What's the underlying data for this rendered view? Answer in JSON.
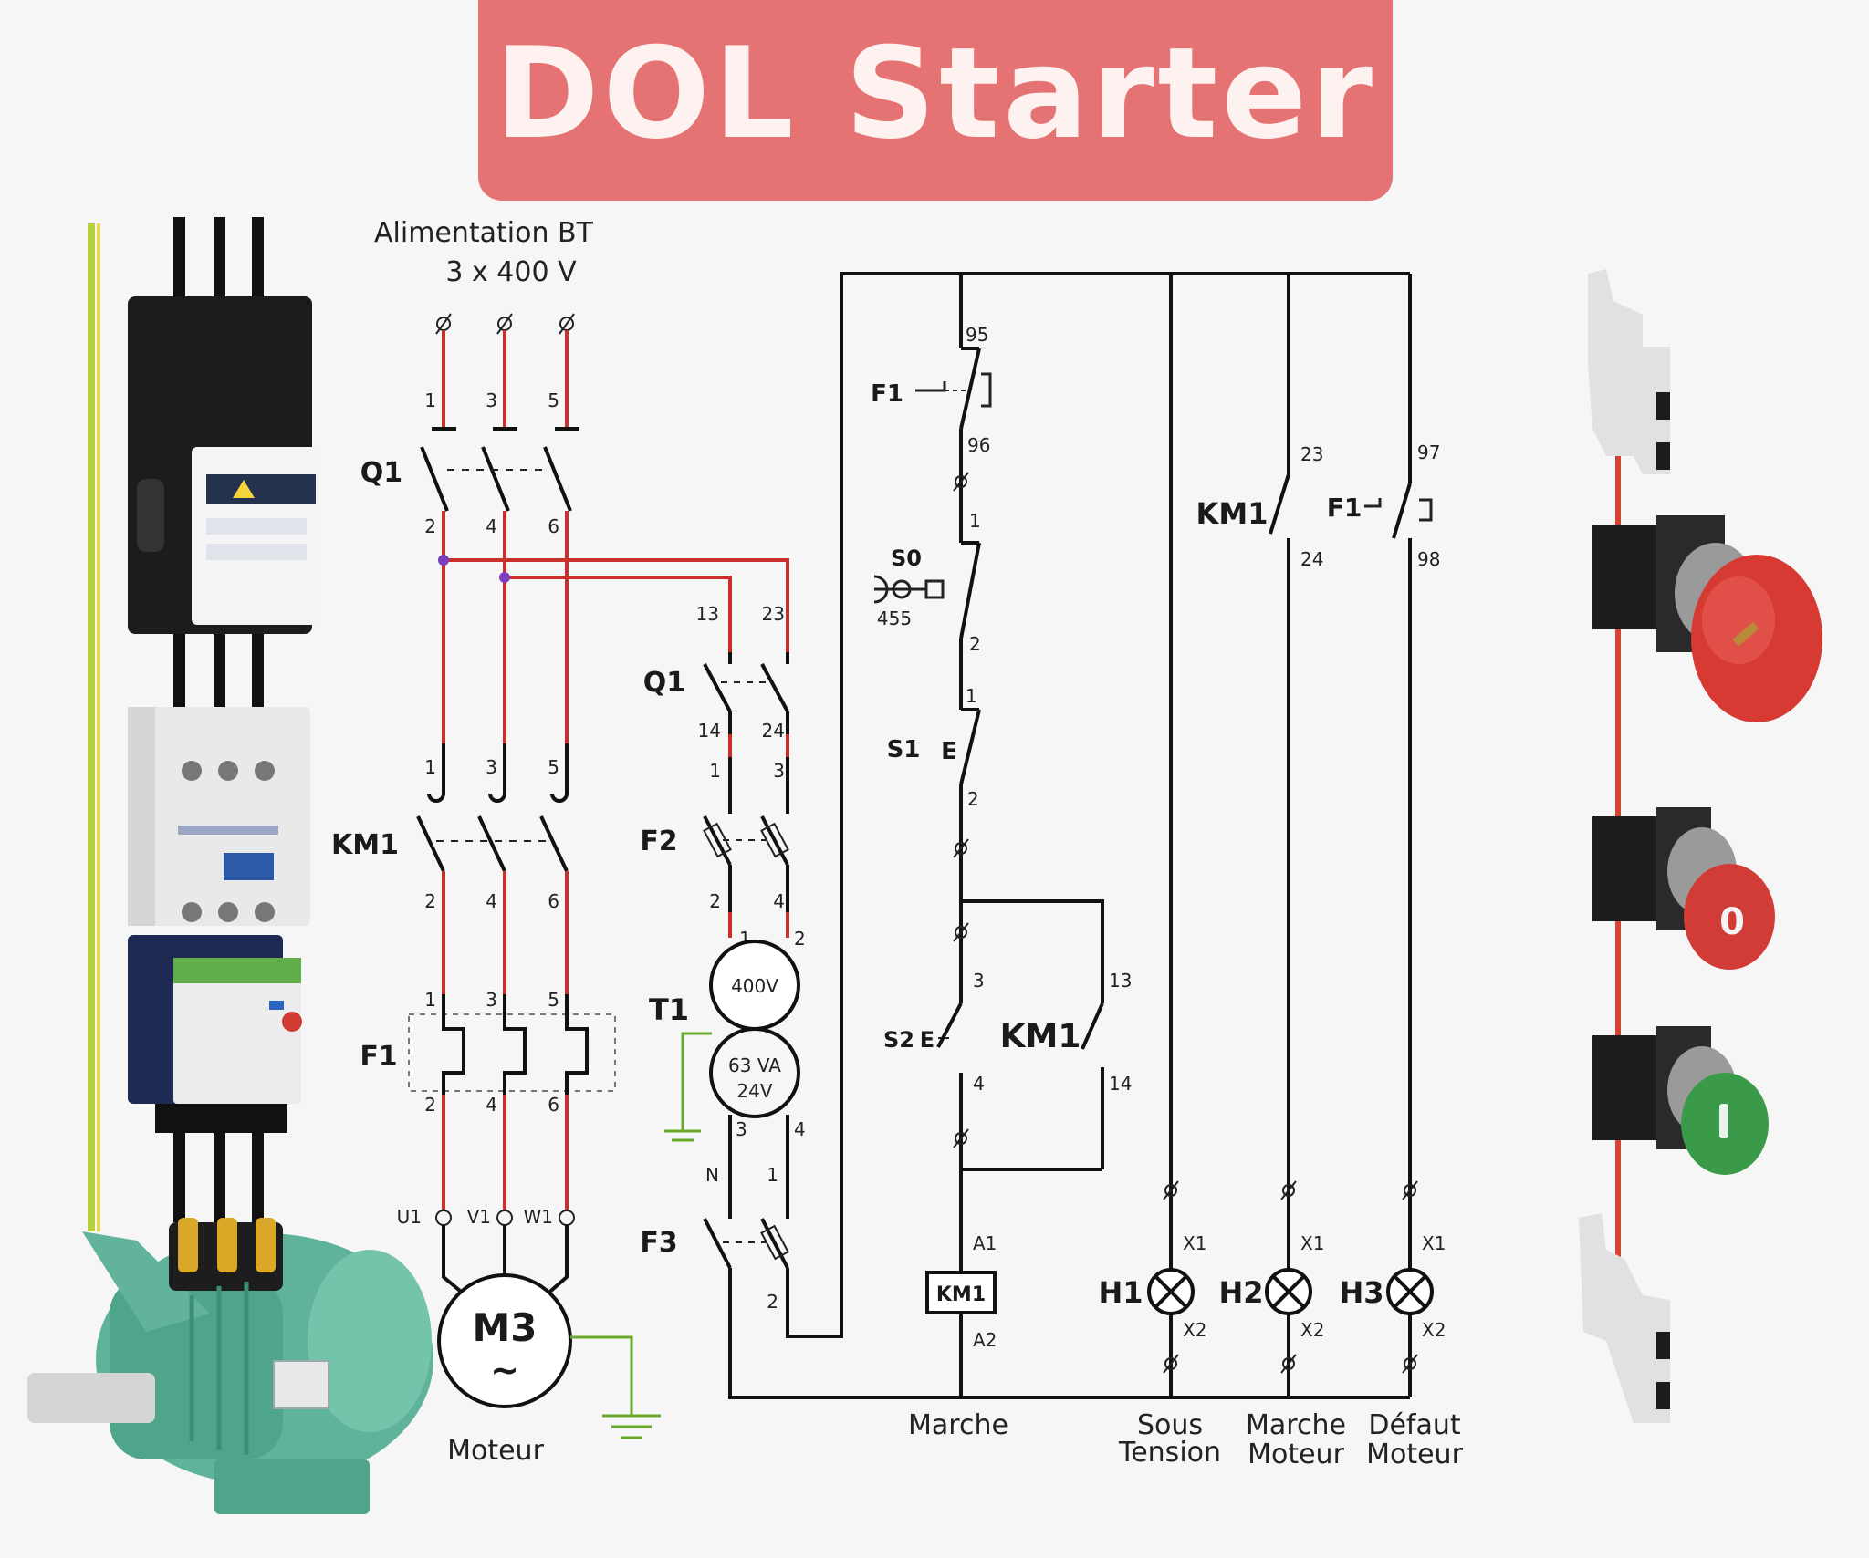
{
  "title": "DOL Starter",
  "supply": {
    "line1": "Alimentation BT",
    "line2": "3 x 400 V"
  },
  "power": {
    "q1": "Q1",
    "km1": "KM1",
    "f1": "F1",
    "top_terms": [
      "1",
      "3",
      "5"
    ],
    "bottom_terms": [
      "2",
      "4",
      "6"
    ],
    "motor_terms": [
      "U1",
      "V1",
      "W1"
    ],
    "motor_symbol": "M3",
    "motor_tilde": "~",
    "motor_label": "Moteur"
  },
  "aux": {
    "q1": "Q1",
    "f2": "F2",
    "t1": "T1",
    "f3": "F3",
    "q1_top": [
      "13",
      "23"
    ],
    "q1_bottom": [
      "14",
      "24"
    ],
    "f2_top": [
      "1",
      "3"
    ],
    "f2_bottom": [
      "2",
      "4"
    ],
    "t1_primary_in": [
      "1",
      "2"
    ],
    "t1_primary": "400V",
    "t1_secondary_1": "63 VA",
    "t1_secondary_2": "24V",
    "t1_out": [
      "3",
      "4"
    ],
    "f3_top": [
      "N",
      "1"
    ],
    "f3_bottom": "2"
  },
  "control": {
    "f1": "F1",
    "f1_terms": [
      "95",
      "96"
    ],
    "s0": "S0",
    "s0_sub": "455",
    "s0_terms": [
      "1",
      "2"
    ],
    "s1": "S1",
    "s1_e": "E",
    "s1_terms": [
      "1",
      "2"
    ],
    "s2": "S2",
    "s2_e": "E",
    "s2_terms": [
      "3",
      "4"
    ],
    "km1_hold": "KM1",
    "km1_hold_terms": [
      "13",
      "14"
    ],
    "coil": "KM1",
    "coil_terms": [
      "A1",
      "A2"
    ],
    "km1_aux": "KM1",
    "km1_aux_terms": [
      "23",
      "24"
    ],
    "f1_aux": "F1",
    "f1_aux_terms": [
      "97",
      "98"
    ],
    "lamps": [
      "H1",
      "H2",
      "H3"
    ],
    "lamp_terms": [
      "X1",
      "X2"
    ],
    "captions": {
      "marche": "Marche",
      "sous": [
        "Sous",
        "Tension"
      ],
      "marche_moteur": [
        "Marche",
        "Moteur"
      ],
      "defaut_moteur": [
        "Défaut",
        "Moteur"
      ]
    }
  },
  "buttons": {
    "stop_label": "0",
    "start_label": "I"
  },
  "colors": {
    "banner": "#e57373",
    "power_wire": "#c9302c",
    "earth": "#6aaa2a",
    "motor": "#5fb39a",
    "mushroom": "#d63a32",
    "start": "#3a9a4a"
  }
}
